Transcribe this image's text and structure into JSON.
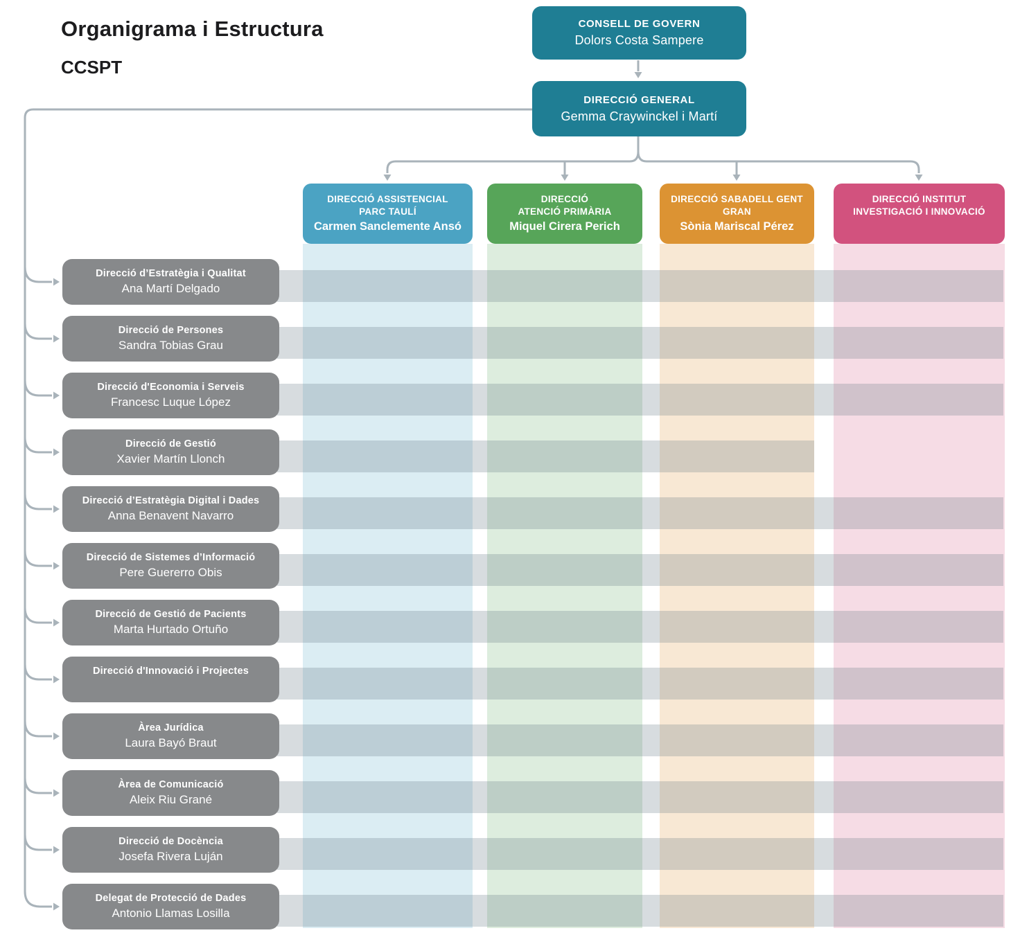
{
  "title": "Organigrama i Estructura",
  "subtitle": "CCSPT",
  "root": {
    "role": "CONSELL DE GOVERN",
    "name": "Dolors Costa Sampere"
  },
  "general": {
    "role": "DIRECCIÓ GENERAL",
    "name": "Gemma Craywinckel i Martí"
  },
  "columns": [
    {
      "role": "DIRECCIÓ ASSISTENCIAL\nPARC TAULÍ",
      "name": "Carmen Sanclemente Ansó",
      "color": "#4ba3c3"
    },
    {
      "role": "DIRECCIÓ\nATENCIÓ PRIMÀRIA",
      "name": "Miquel Cirera Perich",
      "color": "#57a559"
    },
    {
      "role": "DIRECCIÓ SABADELL GENT\nGRAN",
      "name": "Sònia Mariscal Pérez",
      "color": "#dc9333"
    },
    {
      "role": "DIRECCIÓ INSTITUT\nINVESTIGACIÓ I INNOVACIÓ",
      "name": "",
      "color": "#d2527e"
    }
  ],
  "rows": [
    {
      "role": "Direcció d’Estratègia i Qualitat",
      "name": "Ana Martí Delgado"
    },
    {
      "role": "Direcció de Persones",
      "name": "Sandra Tobias Grau"
    },
    {
      "role": "Direcció d'Economia i Serveis",
      "name": "Francesc Luque López"
    },
    {
      "role": "Direcció de Gestió",
      "name": "Xavier Martín Llonch"
    },
    {
      "role": "Direcció d’Estratègia Digital i Dades",
      "name": "Anna Benavent Navarro"
    },
    {
      "role": "Direcció de Sistemes d’Informació",
      "name": "Pere Guererro Obis"
    },
    {
      "role": "Direcció de Gestió de Pacients",
      "name": "Marta Hurtado Ortuño"
    },
    {
      "role": "Direcció d'Innovació i Projectes",
      "name": ""
    },
    {
      "role": "Àrea Jurídica",
      "name": "Laura Bayó Braut"
    },
    {
      "role": "Àrea de Comunicació",
      "name": "Aleix Riu Grané"
    },
    {
      "role": "Direcció de Docència",
      "name": "Josefa Rivera Luján"
    },
    {
      "role": "Delegat de Protecció de Dades",
      "name": "Antonio Llamas Losilla"
    }
  ],
  "colors": {
    "teal": "#1f7e94",
    "gray_node": "#87898b",
    "connector": "#a9b3ba"
  }
}
